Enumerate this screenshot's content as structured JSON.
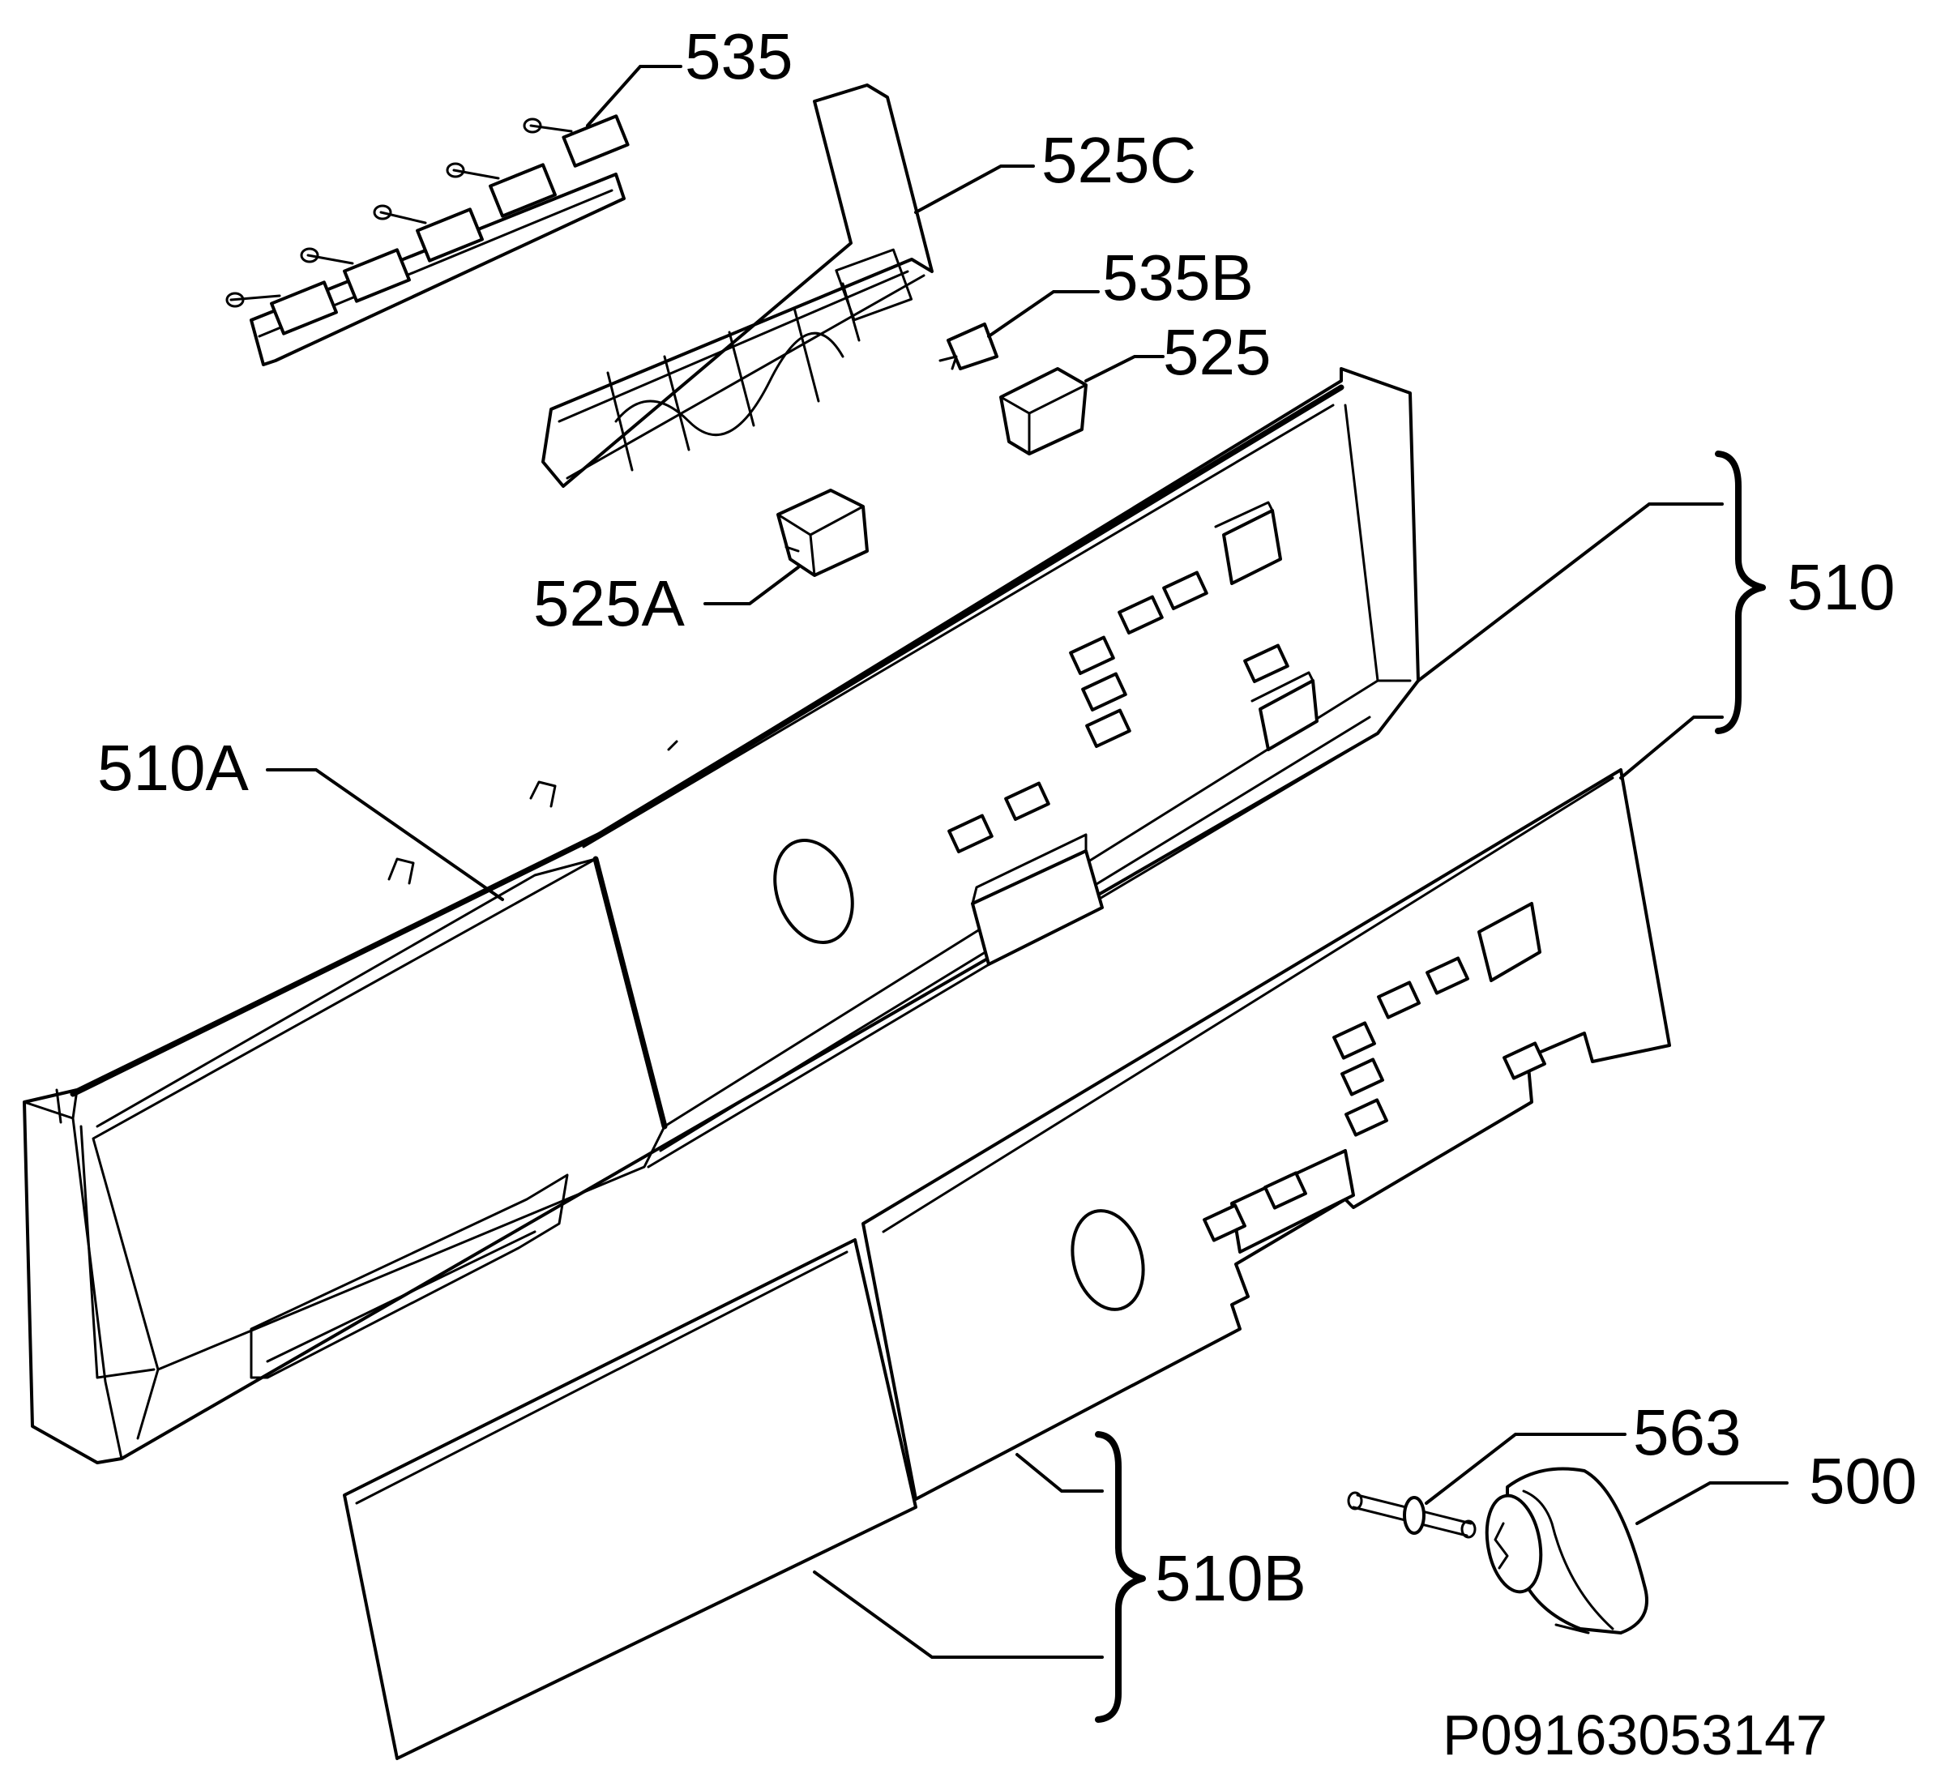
{
  "callouts": {
    "p535": "535",
    "p525C": "525C",
    "p535B": "535B",
    "p525": "525",
    "p525A": "525A",
    "p510": "510",
    "p510A": "510A",
    "p510B": "510B",
    "p563": "563",
    "p500": "500"
  },
  "drawing_code": "P09163053147",
  "colors": {
    "line": "#000000",
    "background": "#ffffff"
  }
}
